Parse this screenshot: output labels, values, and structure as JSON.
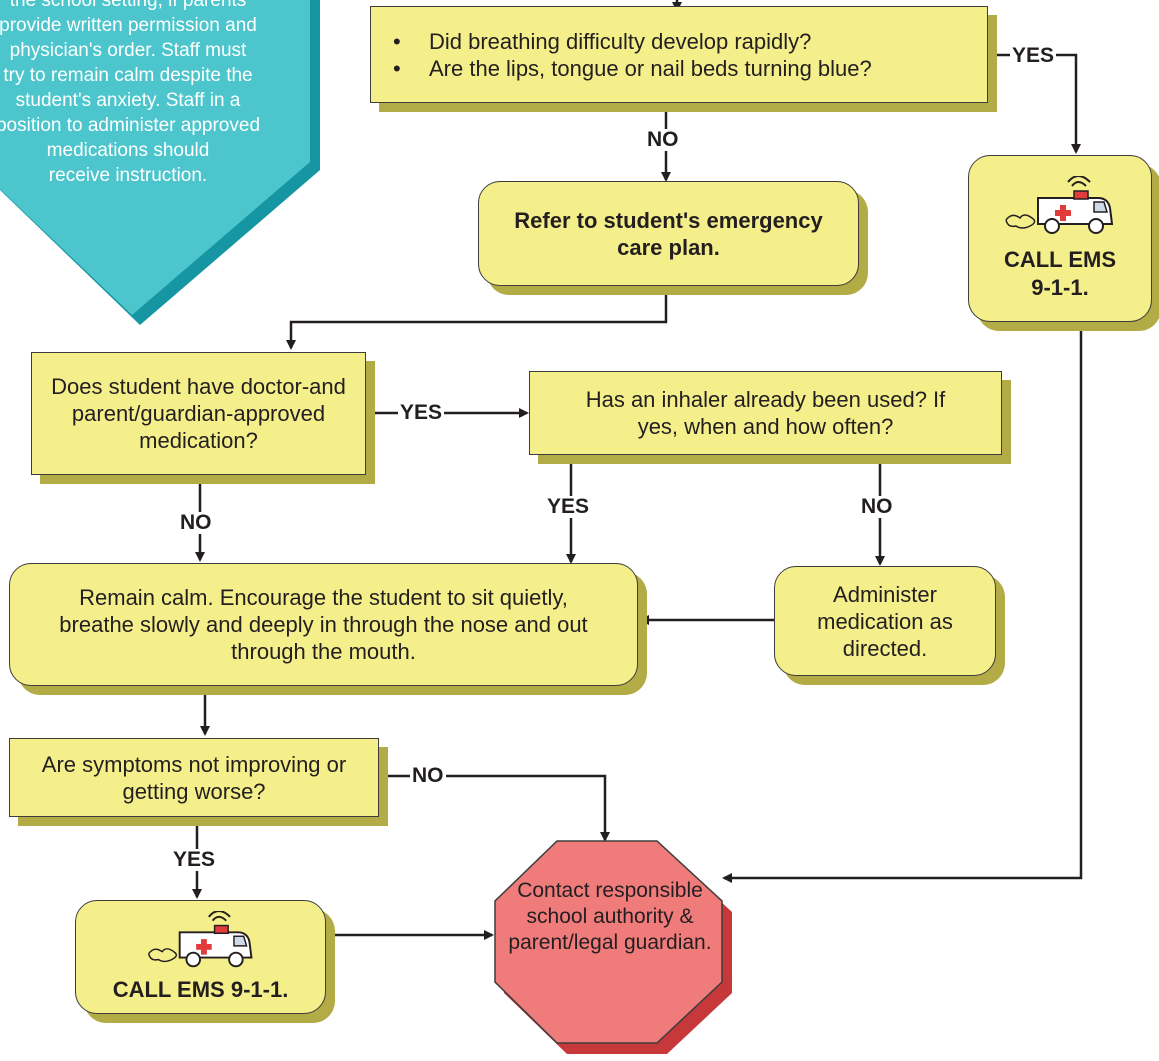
{
  "info_panel": {
    "lines": [
      "the school setting, if parents",
      "provide written permission and",
      "physician's order. Staff must",
      "try to remain calm despite the",
      "student's anxiety. Staff in a",
      "position  to administer approved",
      "medications should",
      "receive instruction."
    ],
    "fill_color": "#4cc6cc",
    "shadow_color": "#1596a2"
  },
  "nodes": {
    "breathing_question": {
      "items": [
        "Did breathing difficulty develop rapidly?",
        "Are the lips, tongue or nail beds turning blue?"
      ]
    },
    "refer_plan": {
      "text": "Refer to student's emergency care plan."
    },
    "call_ems_top": {
      "text": "CALL EMS 9-1-1.",
      "icon": "ambulance-icon"
    },
    "medication_question": {
      "text": "Does student have doctor-and parent/guardian-approved medication?"
    },
    "inhaler_question": {
      "text": "Has an inhaler already been used?  If yes, when and how often?"
    },
    "remain_calm": {
      "text": "Remain calm.  Encourage the student to sit quietly, breathe slowly and deeply in through the nose and out through the mouth."
    },
    "administer": {
      "text": "Administer medication as directed."
    },
    "symptoms_question": {
      "text": "Are symptoms not improving or getting worse?"
    },
    "call_ems_bottom": {
      "text": "CALL EMS 9-1-1.",
      "icon": "ambulance-icon"
    },
    "contact_authority": {
      "text": "Contact responsible school authority & parent/legal guardian."
    }
  },
  "labels": {
    "yes_top": "YES",
    "no_breathing": "NO",
    "yes_medication": "YES",
    "no_medication": "NO",
    "yes_inhaler": "YES",
    "no_inhaler": "NO",
    "no_symptoms": "NO",
    "yes_symptoms": "YES"
  },
  "colors": {
    "box_fill": "#f4ef8a",
    "box_shadow": "#b3ab45",
    "stop_fill": "#f07b7b",
    "stop_shadow": "#c7383a",
    "line": "#231f20"
  }
}
